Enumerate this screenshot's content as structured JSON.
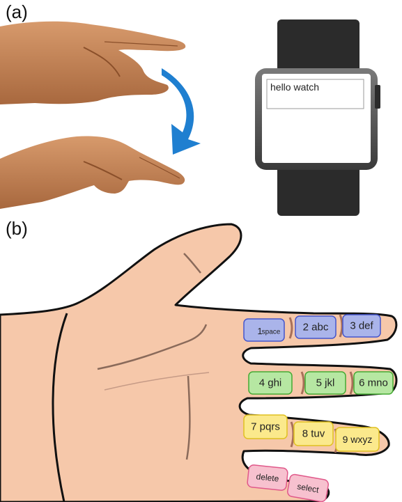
{
  "panels": {
    "a": {
      "label": "(a)",
      "watch_input_text": "hello watch"
    },
    "b": {
      "label": "(b)"
    }
  },
  "keys": [
    {
      "id": "key-1",
      "label": "1space",
      "main": "1",
      "sub": "space",
      "color": "#aab4ea",
      "stroke": "#4455cc"
    },
    {
      "id": "key-2",
      "label": "2 abc",
      "color": "#aab4ea",
      "stroke": "#4455cc"
    },
    {
      "id": "key-3",
      "label": "3 def",
      "color": "#aab4ea",
      "stroke": "#4455cc"
    },
    {
      "id": "key-4",
      "label": "4 ghi",
      "color": "#b6e7a2",
      "stroke": "#44aa33"
    },
    {
      "id": "key-5",
      "label": "5 jkl",
      "color": "#b6e7a2",
      "stroke": "#44aa33"
    },
    {
      "id": "key-6",
      "label": "6 mno",
      "color": "#b6e7a2",
      "stroke": "#44aa33"
    },
    {
      "id": "key-7",
      "label": "7 pqrs",
      "color": "#fbe98c",
      "stroke": "#e0c020"
    },
    {
      "id": "key-8",
      "label": "8 tuv",
      "color": "#fbe98c",
      "stroke": "#e0c020"
    },
    {
      "id": "key-9",
      "label": "9 wxyz",
      "color": "#fbe98c",
      "stroke": "#e0c020"
    },
    {
      "id": "key-delete",
      "label": "delete",
      "color": "#f7c1cf",
      "stroke": "#e0588a"
    },
    {
      "id": "key-select",
      "label": "select",
      "color": "#f7c1cf",
      "stroke": "#e0588a"
    }
  ],
  "colors": {
    "skin_illustration": "#f6c8aa",
    "skin_photo": "#c98b5e",
    "arrow": "#1f7fd0",
    "watch_body": "#2b2b2b",
    "knuckle_mark": "#a8705a"
  }
}
